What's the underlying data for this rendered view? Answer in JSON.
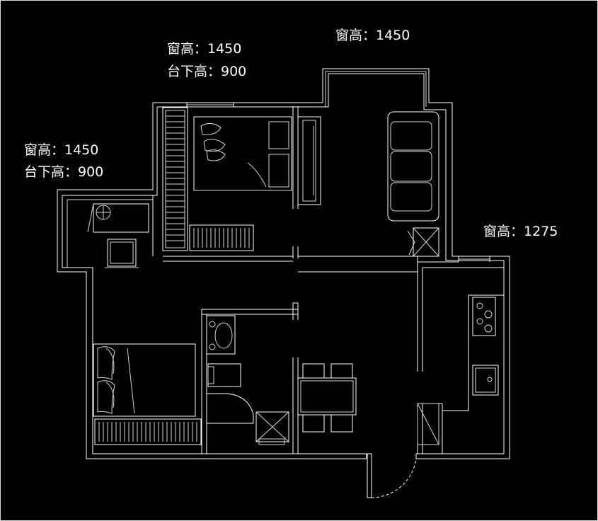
{
  "annotations": {
    "bedroom_window": {
      "line1": "窗高：1450",
      "line2": "台下高：900"
    },
    "balcony_window": {
      "line1": "窗高：1450"
    },
    "second_bedroom_window": {
      "line1": "窗高：1450",
      "line2": "台下高：900"
    },
    "kitchen_window": {
      "line1": "窗高：1275"
    }
  },
  "colors": {
    "background": "#000000",
    "lines": "#ffffff"
  }
}
